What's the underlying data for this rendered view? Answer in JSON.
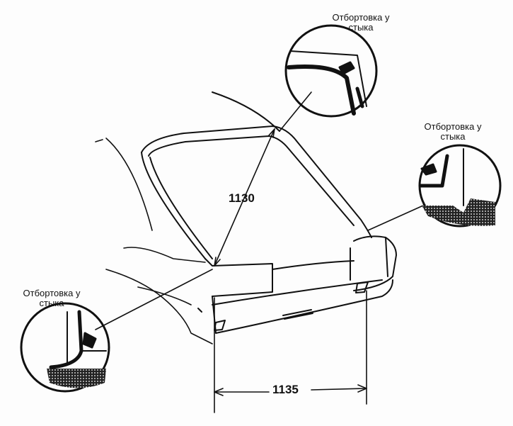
{
  "callouts": [
    {
      "label_line1": "Отбортовка у",
      "label_line2": "стыка"
    },
    {
      "label_line1": "Отбортовка у",
      "label_line2": "стыка"
    },
    {
      "label_line1": "Отбортовка у",
      "label_line2": "стыка"
    }
  ],
  "dimensions": {
    "diagonal": "1130",
    "width": "1135"
  },
  "colors": {
    "ink": "#111111",
    "background": "#fdfdfd"
  }
}
